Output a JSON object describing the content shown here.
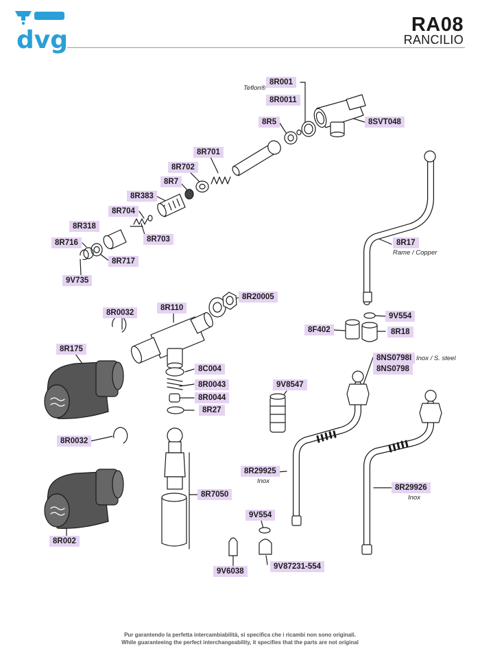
{
  "header": {
    "model": "RA08",
    "brand": "RANCILIO",
    "logo_text": "dvg",
    "logo_color": "#2a9fd8"
  },
  "colors": {
    "label_bg": "#e5d3f2",
    "line": "#1a1a1a"
  },
  "parts": {
    "p8R001": "8R001",
    "p8R0011": "8R0011",
    "p8R5": "8R5",
    "p8SVT048": "8SVT048",
    "p8R701": "8R701",
    "p8R702": "8R702",
    "p8R7": "8R7",
    "p8R383": "8R383",
    "p8R704": "8R704",
    "p8R318": "8R318",
    "p8R703": "8R703",
    "p8R716": "8R716",
    "p8R717": "8R717",
    "p9V735": "9V735",
    "p8R17": "8R17",
    "p8R20005": "8R20005",
    "p8R110": "8R110",
    "p8R0032a": "8R0032",
    "p8R175": "8R175",
    "p9V554a": "9V554",
    "p8F402": "8F402",
    "p8R18": "8R18",
    "p8NS0798I": "8NS0798I",
    "p8NS0798": "8NS0798",
    "p8C004": "8C004",
    "p8R0043": "8R0043",
    "p8R0044": "8R0044",
    "p8R27": "8R27",
    "p9V8547": "9V8547",
    "p8R0032b": "8R0032",
    "p8R29925": "8R29925",
    "p8R29926": "8R29926",
    "p8R7050": "8R7050",
    "p8R002": "8R002",
    "p9V554b": "9V554",
    "p9V6038": "9V6038",
    "p9V87231": "9V87231-554"
  },
  "notes": {
    "teflon": "Teflon®",
    "rame_copper": "Rame / Copper",
    "inox_steel": "Inox / S. steel",
    "inox_a": "Inox",
    "inox_b": "Inox"
  },
  "footer": {
    "it": "Pur garantendo la perfetta intercambiabilità, si specifica che i ricambi non sono originali.",
    "en": "While guaranteeing the perfect interchangeability, it specifies that the parts are not original"
  }
}
